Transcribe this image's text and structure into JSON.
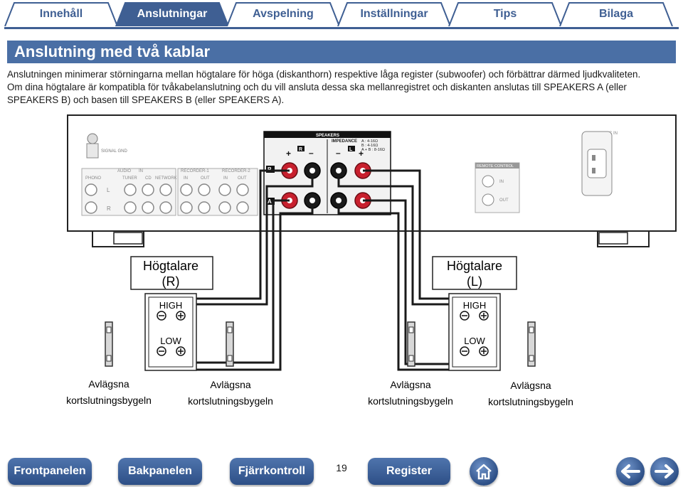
{
  "tabs": [
    {
      "label": "Innehåll",
      "active": false
    },
    {
      "label": "Anslutningar",
      "active": true
    },
    {
      "label": "Avspelning",
      "active": false
    },
    {
      "label": "Inställningar",
      "active": false
    },
    {
      "label": "Tips",
      "active": false
    },
    {
      "label": "Bilaga",
      "active": false
    }
  ],
  "section_title": "Anslutning med två kablar",
  "intro": {
    "line1": "Anslutningen minimerar störningarna mellan högtalare för höga (diskanthorn) respektive låga register (subwoofer) och förbättrar därmed ljudkvaliteten.",
    "line2": "Om dina högtalare är kompatibla för tvåkabelanslutning och du vill ansluta dessa ska mellanregistret och diskanten anslutas till SPEAKERS A (eller SPEAKERS B) och basen till SPEAKERS B (eller SPEAKERS A)."
  },
  "diagram": {
    "panel": {
      "signal_gnd": "SIGNAL GND",
      "audio": "AUDIO",
      "in": "IN",
      "phono": "PHONO",
      "tuner": "TUNER",
      "cd": "CD",
      "network": "NETWORK",
      "recorder1": "RECORDER-1",
      "recorder2": "RECORDER-2",
      "rec_in": "IN",
      "rec_out": "OUT",
      "l": "L",
      "r": "R",
      "speakers": "SPEAKERS",
      "impedance": "IMPEDANCE",
      "imp_a": "A      : 4-16Ω",
      "imp_b": "B      : 4-16Ω",
      "imp_ab": "A + B : 8-16Ω",
      "badge_r": "R",
      "badge_l": "L",
      "badge_b": "B",
      "badge_a": "A",
      "remote_control": "REMOTE CONTROL",
      "remote_in": "IN",
      "remote_out": "OUT",
      "ac_in": "AC IN"
    },
    "speaker_r": {
      "title_line1": "Högtalare",
      "title_line2": "(R)",
      "high": "HIGH",
      "low": "LOW"
    },
    "speaker_l": {
      "title_line1": "Högtalare",
      "title_line2": "(L)",
      "high": "HIGH",
      "low": "LOW"
    },
    "remove_labels": [
      {
        "line1": "Avlägsna",
        "line2": "kortslutningsbygeln"
      },
      {
        "line1": "Avlägsna",
        "line2": "kortslutningsbygeln"
      },
      {
        "line1": "Avlägsna",
        "line2": "kortslutningsbygeln"
      },
      {
        "line1": "Avlägsna",
        "line2": "kortslutningsbygeln"
      }
    ]
  },
  "footer": {
    "front_panel": "Frontpanelen",
    "back_panel": "Bakpanelen",
    "remote": "Fjärrkontroll",
    "page": "19",
    "index": "Register",
    "home_icon": "home-icon",
    "back_icon": "arrow-left-icon",
    "forward_icon": "arrow-right-icon"
  },
  "colors": {
    "accent": "#3f5f93",
    "title_bar": "#4a6fa5",
    "terminal_red": "#c8202e"
  }
}
